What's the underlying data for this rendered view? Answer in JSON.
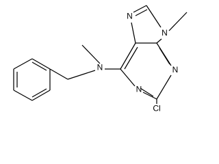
{
  "molecule": {
    "atoms": {
      "n7": "N",
      "n9": "N",
      "n3": "N",
      "n1": "N",
      "n6": "N",
      "cl": "Cl"
    }
  }
}
